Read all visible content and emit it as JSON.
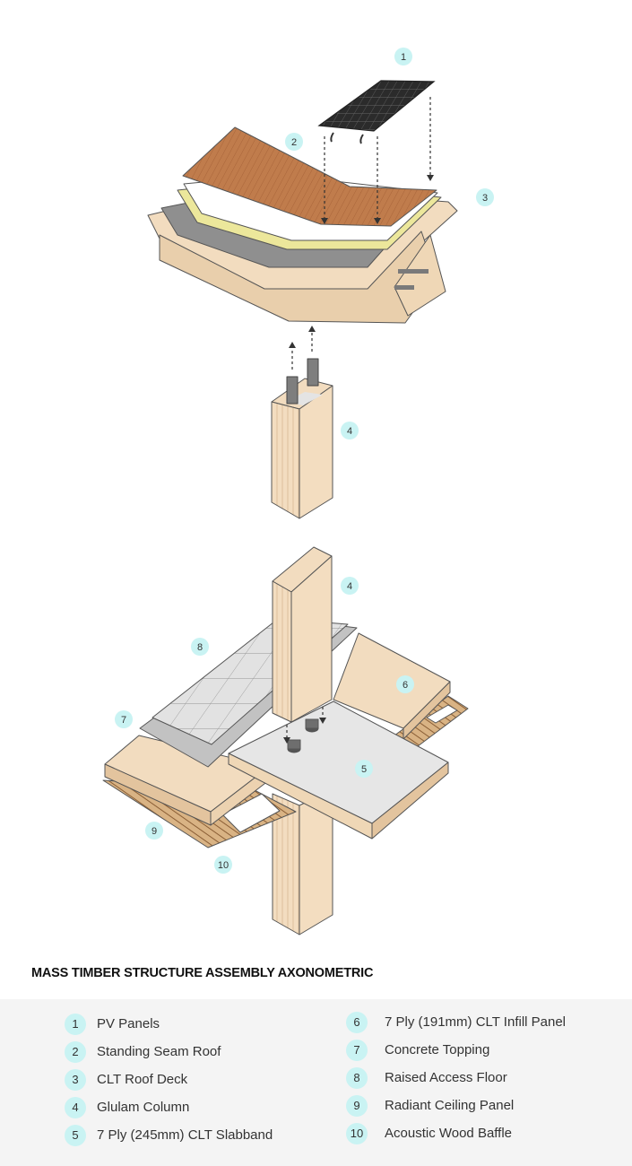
{
  "title": "MASS TIMBER STRUCTURE ASSEMBLY AXONOMETRIC",
  "callouts": [
    {
      "number": "1",
      "label": "PV Panels"
    },
    {
      "number": "2",
      "label": "Standing Seam Roof"
    },
    {
      "number": "3",
      "label": "CLT Roof Deck"
    },
    {
      "number": "4",
      "label": "Glulam Column"
    },
    {
      "number": "5",
      "label": "7 Ply (245mm) CLT Slabband"
    },
    {
      "number": "6",
      "label": "7 Ply (191mm) CLT Infill Panel"
    },
    {
      "number": "7",
      "label": "Concrete Topping"
    },
    {
      "number": "8",
      "label": "Raised Access Floor"
    },
    {
      "number": "9",
      "label": "Radiant Ceiling Panel"
    },
    {
      "number": "10",
      "label": "Acoustic Wood Baffle"
    }
  ],
  "colors": {
    "callout_fill": "#c9f3f3",
    "timber": "#f2dcbf",
    "timber_dark": "#e3c49e",
    "roof_copper": "#bf7a4a",
    "membrane_gray": "#8f8f8f",
    "insulation_yellow": "#ece79b",
    "concrete": "#e6e6e6",
    "pv_panel": "#2b2b2b"
  }
}
